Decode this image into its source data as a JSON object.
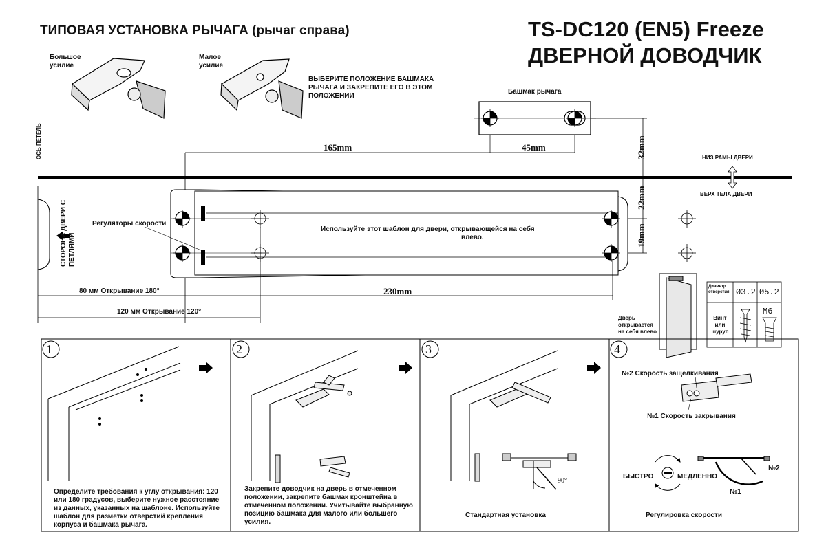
{
  "header": {
    "left_title": "ТИПОВАЯ УСТАНОВКА РЫЧАГА (рычаг справа)",
    "right_title_line1": "TS-DC120 (EN5) Freeze",
    "right_title_line2": "ДВЕРНОЙ ДОВОДЧИК"
  },
  "shoe": {
    "large_force_line1": "Большое",
    "large_force_line2": "усилие",
    "small_force_line1": "Малое",
    "small_force_line2": "усилие",
    "instruction_line1": "ВЫБЕРИТЕ ПОЛОЖЕНИЕ БАШМАКА",
    "instruction_line2": "РЫЧАГА И ЗАКРЕПИТЕ ЕГО В ЭТОМ",
    "instruction_line3": "ПОЛОЖЕНИИ",
    "label": "Башмак рычага"
  },
  "template": {
    "hinge_axis": "ОСЬ ПЕТЕЛЬ",
    "dim_165": "165mm",
    "dim_45": "45mm",
    "dim_32": "32mm",
    "dim_22": "22mm",
    "dim_19": "19mm",
    "dim_230": "230mm",
    "frame_bottom": "НИЗ РАМЫ ДВЕРИ",
    "door_top": "ВЕРХ ТЕЛА ДВЕРИ",
    "hinge_side_line1": "СТОРОНА ДВЕРИ С",
    "hinge_side_line2": "ПЕТЛЯМИ",
    "speed_regulators": "Регуляторы скорости",
    "use_template_line1": "Используйте этот шаблон для двери, открывающейся на себя",
    "use_template_line2": "влево.",
    "open_180": "80 мм   Открывание 180°",
    "open_120": "120 мм   Открывание 120°"
  },
  "screw_table": {
    "diameter_label_line1": "Диаметр",
    "diameter_label_line2": "отверстия",
    "d1": "Ø3.2",
    "d2": "Ø5.2",
    "screw_label_line1": "Винт",
    "screw_label_line2": "или",
    "screw_label_line3": "шуруп",
    "m6": "M6"
  },
  "door_note": {
    "line1": "Дверь",
    "line2": "открывается",
    "line3": "на себя влево"
  },
  "steps": [
    {
      "num": "1",
      "text": "Определите требования к углу открывания: 120 или 180 градусов, выберите нужное расстояние из данных, указанных на шаблоне. Используйте шаблон для разметки отверстий крепления корпуса и башмака рычага."
    },
    {
      "num": "2",
      "text": "Закрепите доводчик на дверь в отмеченном положении, закрепите башмак кронштейна в отмеченном положении. Учитывайте выбранную позицию башмака для малого или большего усилия."
    },
    {
      "num": "3",
      "text": "Стандартная установка",
      "angle": "90°"
    },
    {
      "num": "4",
      "text": "Регулировка скорости",
      "latch_speed": "№2 Скорость защелкивания",
      "close_speed": "№1 Скорость закрывания",
      "fast": "БЫСТРО",
      "slow": "МЕДЛЕННО",
      "n1": "№1",
      "n2": "№2"
    }
  ]
}
